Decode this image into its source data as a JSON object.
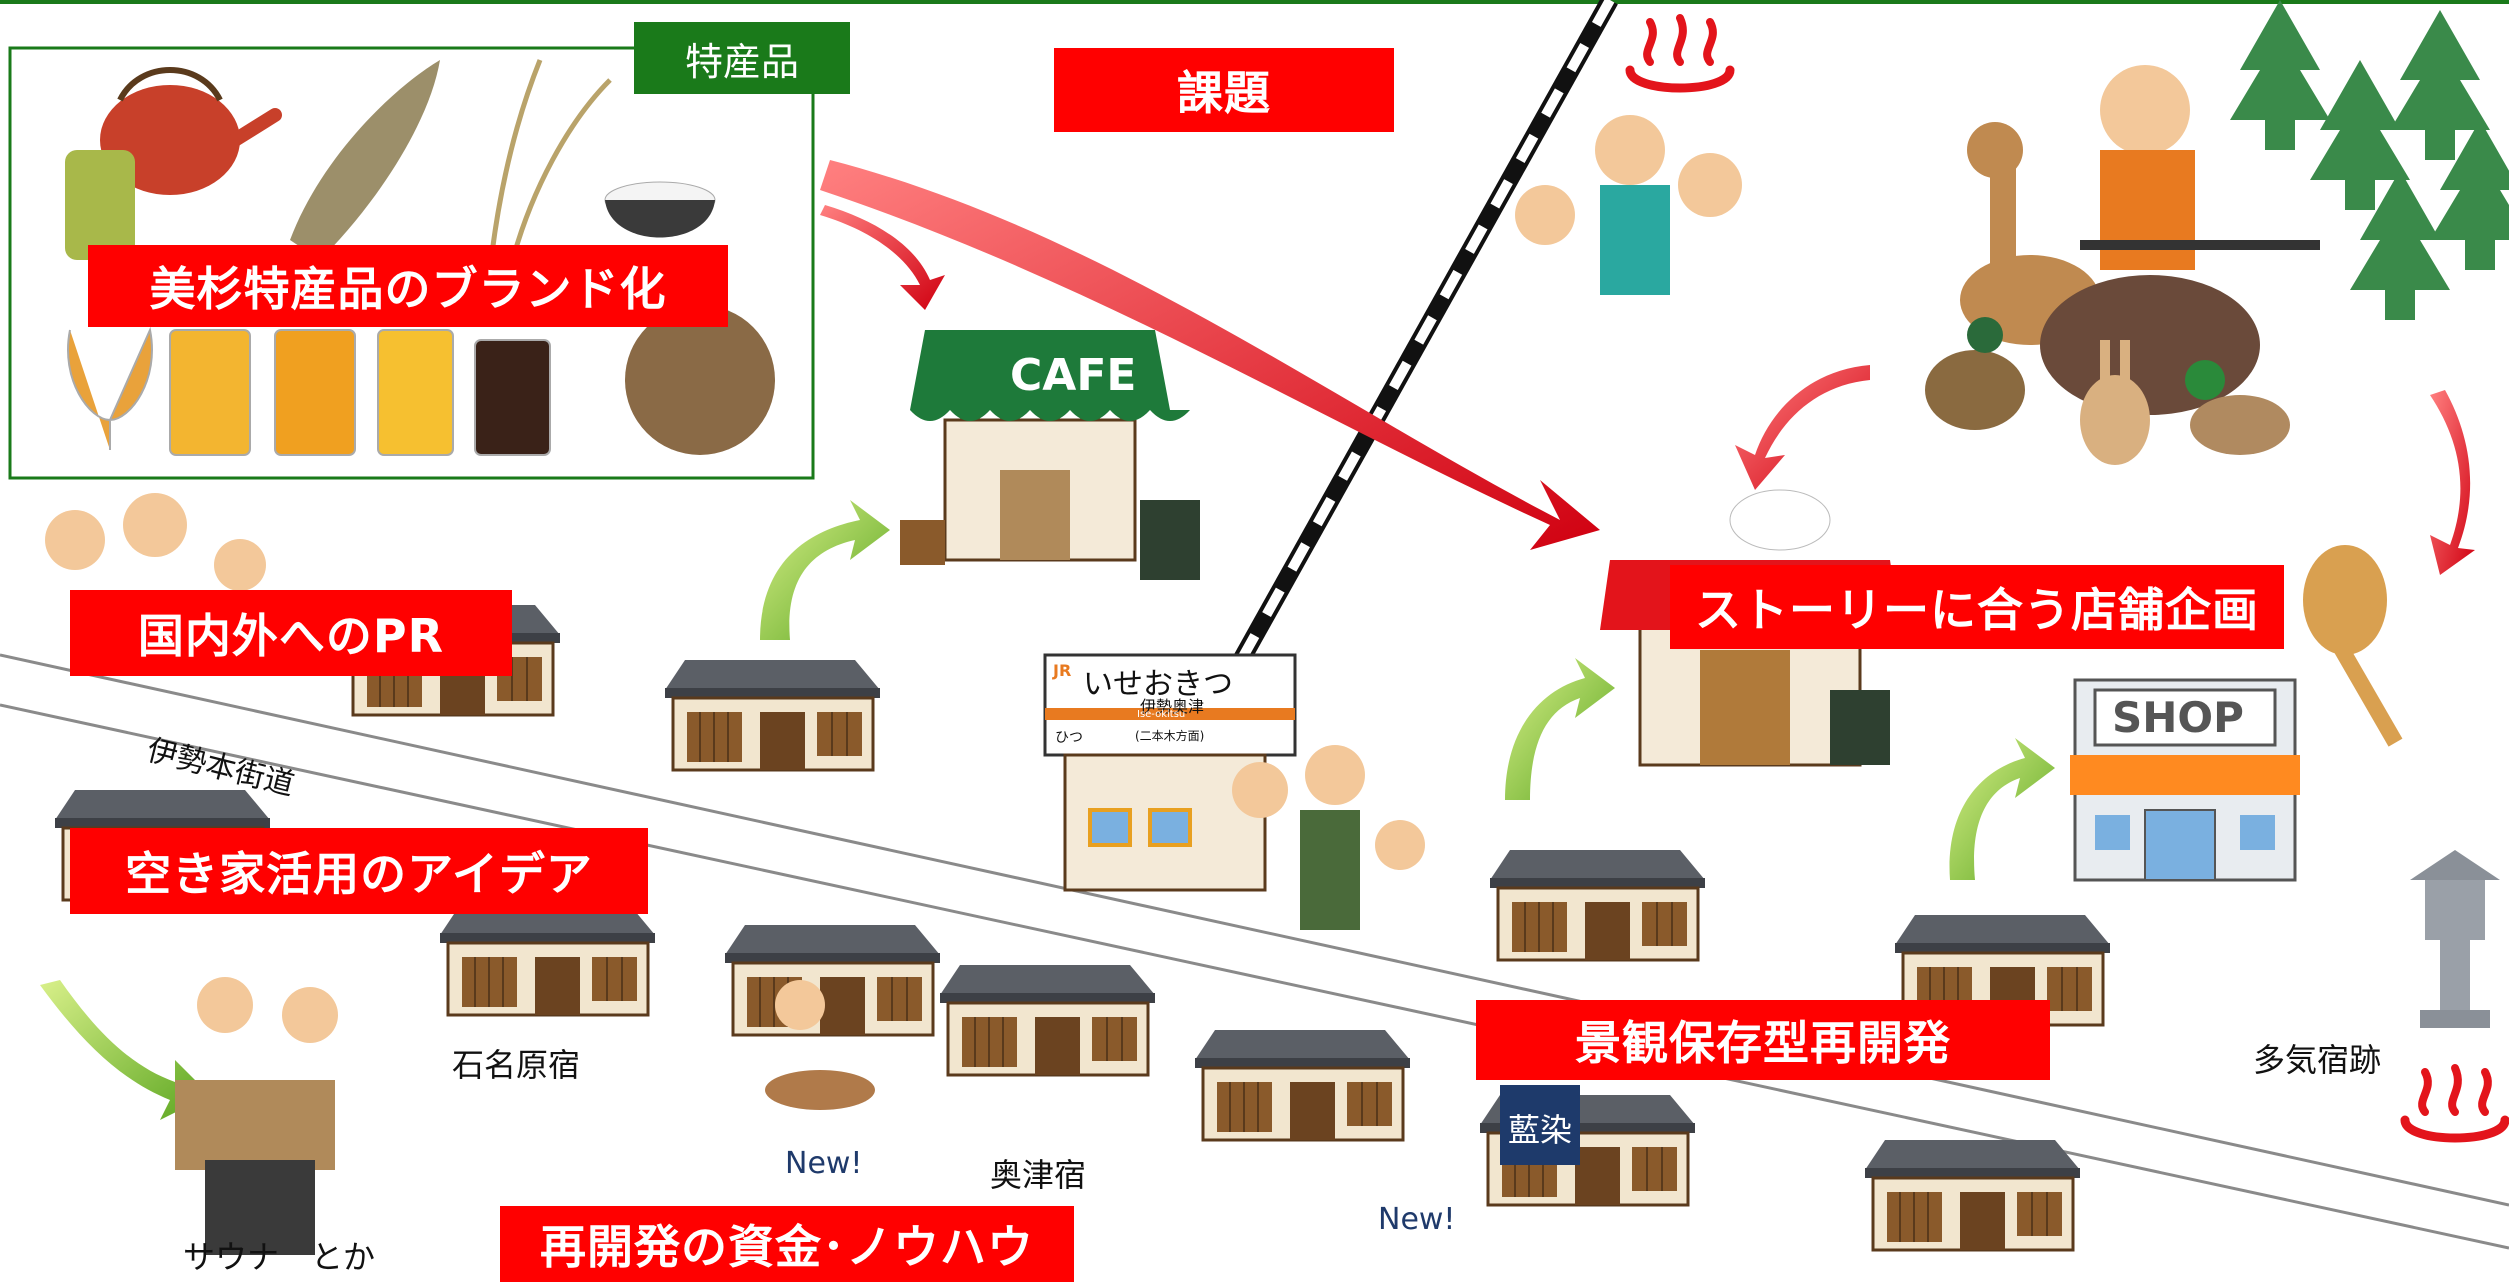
{
  "tag": {
    "specialties": "特産品"
  },
  "header": {
    "issues": "課題"
  },
  "labels": {
    "brand": "美杉特産品のブランド化",
    "pr": "国内外へのPR",
    "vacant": "空き家活用のアイデア",
    "funds": "再開発の資金･ノウハウ",
    "story": "ストーリーに合う店舗企画",
    "landscape": "景観保存型再開発"
  },
  "places": {
    "ise_road": "伊勢本街道",
    "ishinahara": "石名原宿",
    "okitsu": "奥津宿",
    "take": "多気宿跡",
    "sauna": "サウナ　とか"
  },
  "station": {
    "name_kana": "いせおきつ",
    "name_kanji": "伊勢奥津",
    "romaji": "Ise-okitsu",
    "prev": "ひつ",
    "next": "(二本木方面)",
    "jr": "JR"
  },
  "shops": {
    "cafe": "CAFE",
    "shop": "SHOP"
  },
  "noren": "藍染",
  "new_badges": [
    "New!",
    "New!"
  ],
  "icons": [
    "onsen-icon",
    "cafe-building",
    "shop-building",
    "deer",
    "hunter",
    "boar",
    "pheasant",
    "rabbit",
    "duck",
    "forest",
    "stone-lantern",
    "railway-track",
    "green-arrow",
    "red-arrow"
  ],
  "colors": {
    "label_red": "#ff0000",
    "tag_green": "#1a7a1a",
    "border_green": "#1a7a1a",
    "arrow_green": "#8cc63f",
    "arrow_red": "#e3141b",
    "top_rule": "#1a7a1a"
  }
}
